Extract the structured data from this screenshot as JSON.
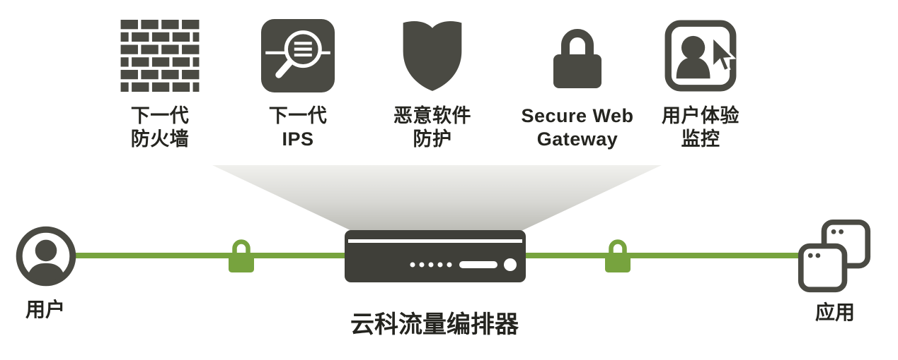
{
  "services": [
    {
      "id": "next-gen-firewall",
      "icon": "firewall-brick-wall-icon",
      "line1": "下一代",
      "line2": "防火墙"
    },
    {
      "id": "next-gen-ips",
      "icon": "inspection-magnifier-icon",
      "line1": "下一代",
      "line2": "IPS"
    },
    {
      "id": "malware-protection",
      "icon": "shield-icon",
      "line1": "恶意软件",
      "line2": "防护"
    },
    {
      "id": "secure-web-gateway",
      "icon": "padlock-icon",
      "line1": "Secure Web",
      "line2": "Gateway"
    },
    {
      "id": "user-experience-monitoring",
      "icon": "user-cursor-icon",
      "line1": "用户体验",
      "line2": "监控"
    }
  ],
  "endpoints": {
    "user_label": "用户",
    "apps_label": "应用"
  },
  "orchestrator": {
    "label": "云科流量编排器"
  },
  "colors": {
    "icon_dark": "#4a4a43",
    "line_green": "#77a33e",
    "funnel_top": "#f0f0ed",
    "funnel_bottom": "#bcbcb6",
    "label_text": "#24241f"
  }
}
